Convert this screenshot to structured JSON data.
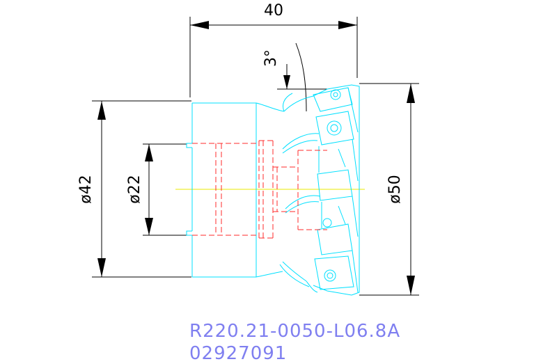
{
  "dimensions": {
    "overall_length": "40",
    "angle": "3°",
    "shank_diameter": "ø42",
    "bore_diameter": "ø22",
    "cutter_diameter": "ø50"
  },
  "part": {
    "code": "R220.21-0050-L06.8A",
    "number": "02927091"
  },
  "colors": {
    "outline": "#00e0ff",
    "hidden_lines": "#ff2a2a",
    "centerline": "#e8e800",
    "dimensions": "#000000",
    "part_text": "#7f7ff0"
  }
}
